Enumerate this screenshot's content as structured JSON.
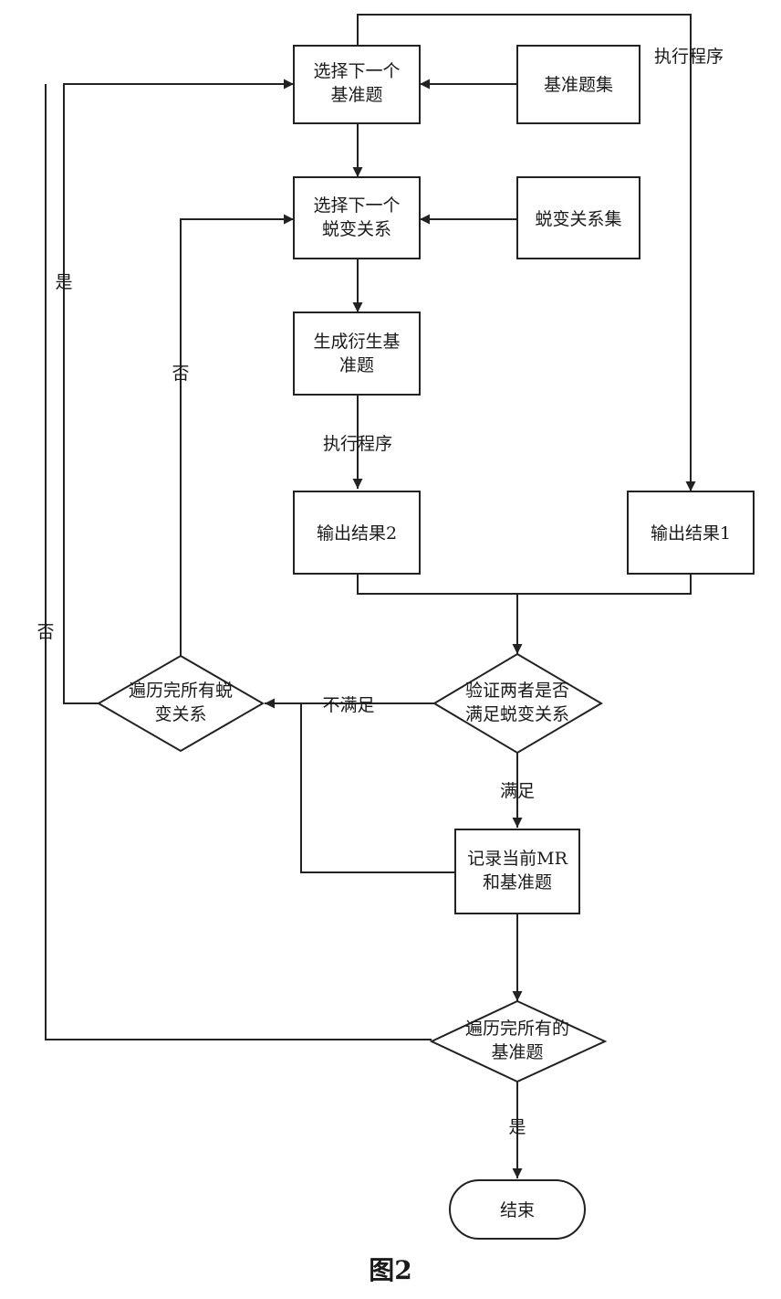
{
  "flowchart": {
    "nodes": {
      "select_benchmark": [
        "选择下一个",
        "基准题"
      ],
      "benchmark_set": [
        "基准题集"
      ],
      "select_mr": [
        "选择下一个",
        "蜕变关系"
      ],
      "mr_set": [
        "蜕变关系集"
      ],
      "gen_derived": [
        "生成衍生基",
        "准题"
      ],
      "output2": [
        "输出结果2"
      ],
      "output1": [
        "输出结果1"
      ],
      "verify": [
        "验证两者是否",
        "满足蜕变关系"
      ],
      "all_mr": [
        "遍历完所有蜕",
        "变关系"
      ],
      "record": [
        "记录当前MR",
        "和基准题"
      ],
      "all_benchmark": [
        "遍历完所有的",
        "基准题"
      ],
      "end": [
        "结束"
      ]
    },
    "edge_labels": {
      "exec_top": "执行程序",
      "exec_mid": "执行程序",
      "no_mr": "否",
      "yes_left": "是",
      "no_left": "否",
      "not_satisfy": "不满足",
      "satisfy": "满足",
      "yes_bottom": "是"
    }
  },
  "caption": "图2"
}
